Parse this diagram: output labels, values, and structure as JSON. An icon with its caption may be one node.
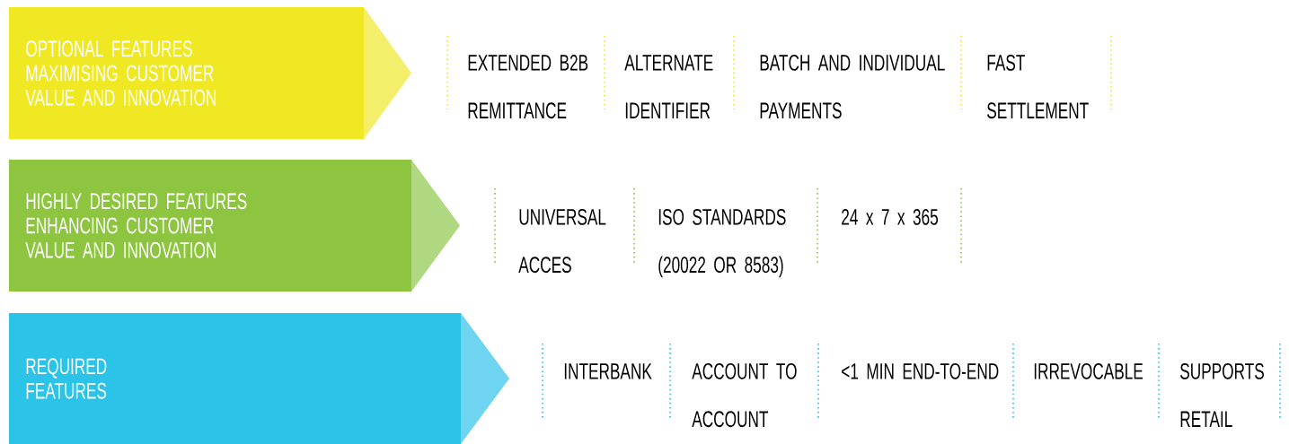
{
  "diagram": {
    "nodes": [
      {
        "text": [
          "OPTIONAL FEATURES MAXIMISING CUSTOMER VALUE AND INNOVATION"
        ]
      },
      {
        "text": [
          "HIGHLY DESIRED FEATURES ENHANCING CUSTOMER VALUE AND INNOVATION"
        ]
      },
      {
        "text": [
          "REQUIRED FEATURES"
        ]
      }
    ],
    "labels": [
      "EXTENDED B2B REMITTANCE",
      "ALTERNATE IDENTIFIER",
      "BATCH AND INDIVIDUAL PAYMENTS",
      "FAST SETTLEMENT",
      "UNIVERSAL ACCES",
      "ISO STANDARDS (20022 OR 8583)",
      "24 x 7 x 365",
      "INTERBANK",
      "ACCOUNT TO ACCOUNT",
      "<1 MIN END-TO-END",
      "IRREVOCABLE",
      "SUPPORTS RETAIL"
    ]
  }
}
